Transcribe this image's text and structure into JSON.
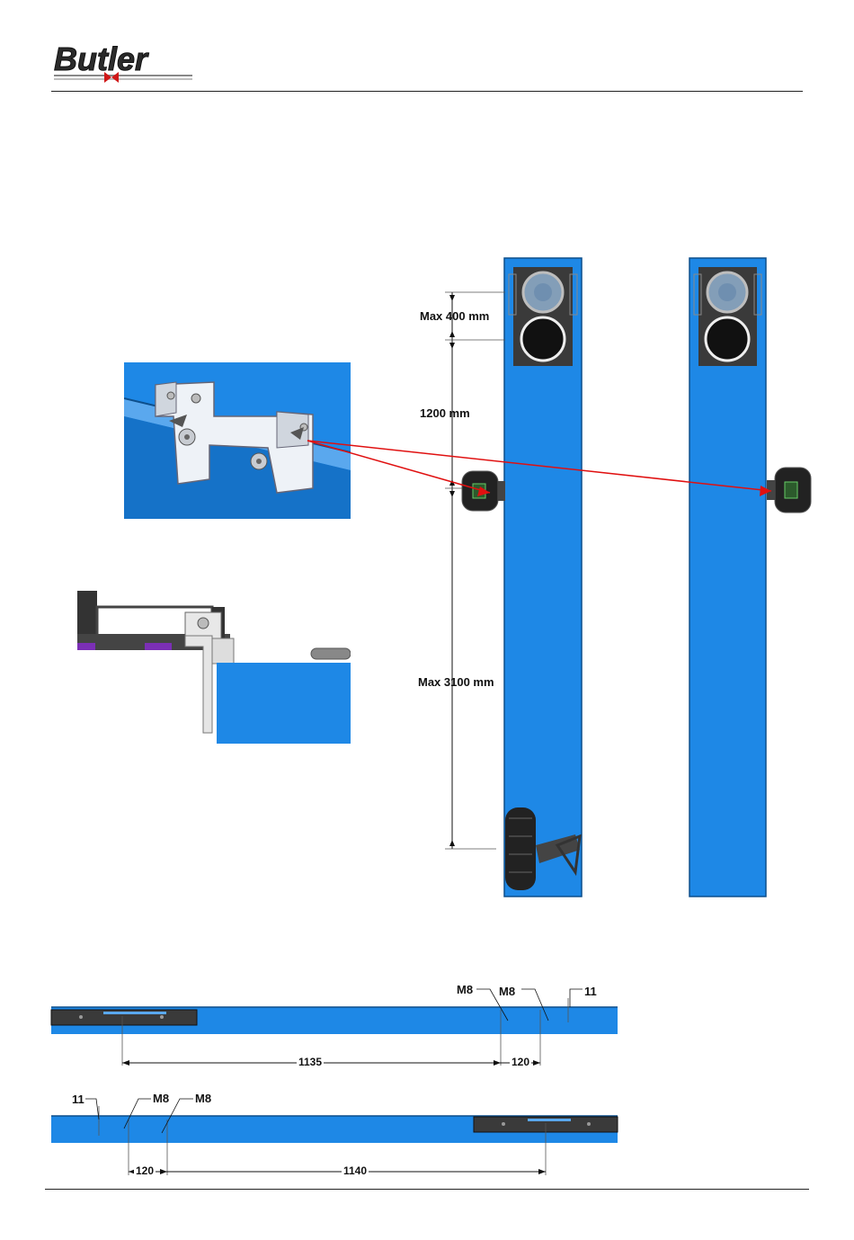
{
  "brand": {
    "logo_text": "Butler"
  },
  "side_view": {
    "labels": {
      "max_top": "Max 400 mm",
      "mid": "1200 mm",
      "max_bottom": "Max 3100 mm"
    }
  },
  "rail_top": {
    "labels": {
      "m8_a": "M8",
      "m8_b": "M8",
      "hole": "11"
    },
    "dims": {
      "long": "1135",
      "short": "120"
    }
  },
  "rail_bottom": {
    "labels": {
      "hole": "11",
      "m8_a": "M8",
      "m8_b": "M8"
    },
    "dims": {
      "short": "120",
      "long": "1140"
    }
  },
  "colors": {
    "rail_blue": "#1e88e6",
    "dark_panel": "#3a3a3a",
    "arrow_red": "#e01010",
    "bracket_purple": "#7b2fb5",
    "logo_red": "#d01818"
  },
  "icons": [
    "butler-logo",
    "bracket-clamp-illustration",
    "bracket-profile-illustration",
    "wheel-clamp-icon",
    "tyre-icon"
  ]
}
